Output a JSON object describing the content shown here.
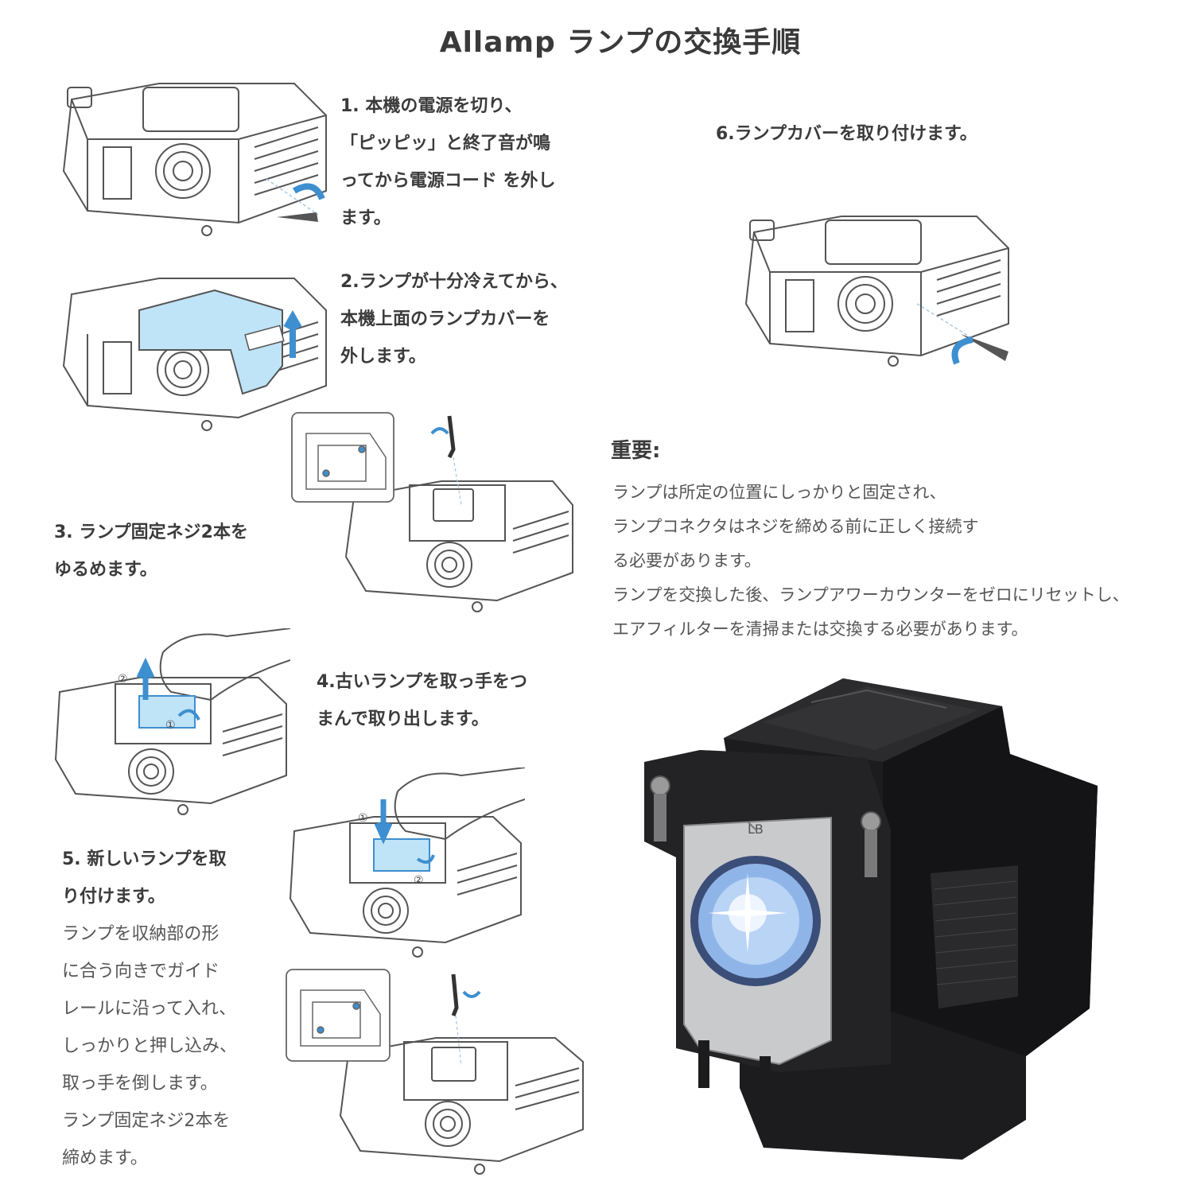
{
  "title": "Allamp ランプの交換手順",
  "steps": {
    "s1": [
      "1. 本機の電源を切り、",
      "「ピッピッ」と終了音が鳴",
      "ってから電源コード を外し",
      "ます。"
    ],
    "s2": [
      "2.ランプが十分冷えてから、",
      "本機上面のランプカバーを",
      "外します。"
    ],
    "s3": [
      "3. ランプ固定ネジ2本を",
      "ゆるめます。"
    ],
    "s4": [
      "4.古いランプを取っ手をつ",
      "まんで取り出します。"
    ],
    "s5_bold": [
      "5. 新しいランプを取",
      "り付けます。"
    ],
    "s5_plain": [
      "ランプを収納部の形",
      "に合う向きでガイド",
      "レールに沿って入れ、",
      "しっかりと押し込み、",
      "取っ手を倒します。",
      "ランプ固定ネジ2本を",
      "締めます。"
    ],
    "s6": [
      "6.ランプカバーを取り付けます。"
    ]
  },
  "important": {
    "heading": "重要:",
    "lines": [
      "ランプは所定の位置にしっかりと固定され、",
      "ランプコネクタはネジを締める前に正しく接続す",
      "る必要があります。",
      "ランプを交換した後、ランプアワーカウンターをゼロにリセットし、",
      "エアフィルターを清掃または交換する必要があります。"
    ]
  },
  "illustration_labels": {
    "circle_1": "①",
    "circle_2": "②",
    "lamp_mark": "LB"
  },
  "colors": {
    "title": "#3a3a3a",
    "text": "#3b3b3b",
    "line_art": "#555555",
    "cover_highlight": "#bfe3f7",
    "arrow_blue": "#3d8fd0",
    "lamp_body": "#1c1c1e",
    "lens": "#8fb5e8"
  }
}
